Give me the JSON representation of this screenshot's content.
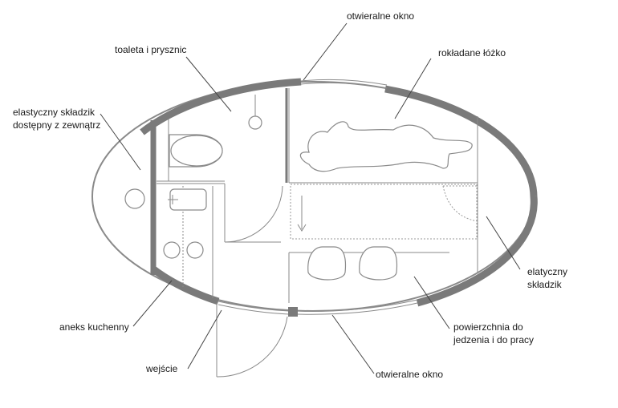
{
  "labels": {
    "window_top": "otwieralne okno",
    "bed": "rokładane łóżko",
    "toilet_shower": "toaleta i prysznic",
    "storage_outside_line1": "elastyczny składzik",
    "storage_outside_line2": "dostępny z zewnątrz",
    "storage_right_line1": "elatyczny",
    "storage_right_line2": "składzik",
    "kitchen": "aneks kuchenny",
    "entrance": "wejście",
    "table_line1": "powierzchnia do",
    "table_line2": "jedzenia i do pracy",
    "window_bottom": "otwieralne okno"
  },
  "colors": {
    "wall": "#7a7a7a",
    "line": "#8a8a8a",
    "text": "#1a1a1a"
  }
}
